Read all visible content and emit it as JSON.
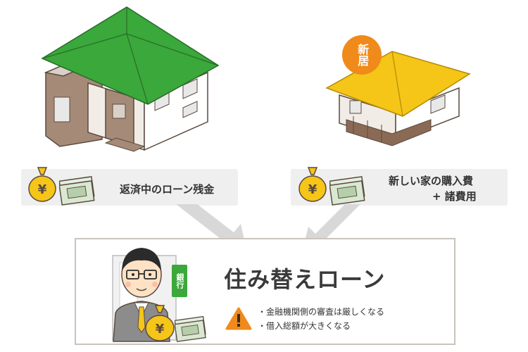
{
  "badge": {
    "new_home": "新居"
  },
  "left_label": {
    "text": "返済中のローン残金"
  },
  "right_label": {
    "line1": "新しい家の購入費",
    "line2": "+ 諸費用"
  },
  "main": {
    "title": "住み替えローン",
    "bank_sign": "銀行",
    "notes": [
      "・金融機関側の審査は厳しくなる",
      "・借入総額が大きくなる"
    ]
  },
  "money": {
    "yen_symbol": "¥"
  },
  "colors": {
    "green_roof": "#3aa83a",
    "yellow_roof": "#f5c518",
    "badge": "#f08a1a",
    "warning": "#f08a1a"
  }
}
